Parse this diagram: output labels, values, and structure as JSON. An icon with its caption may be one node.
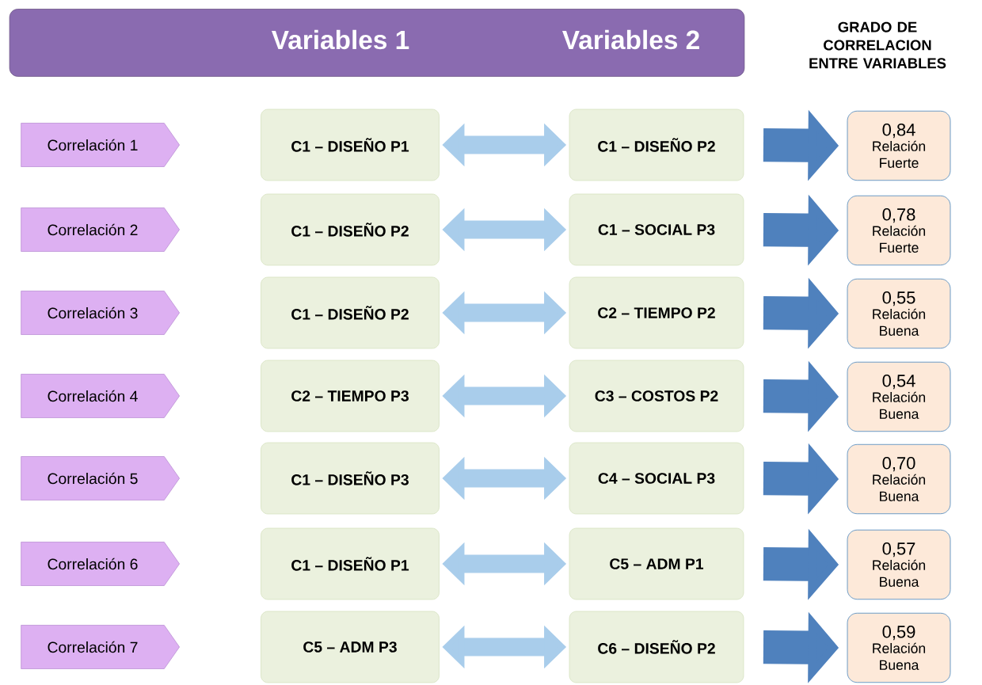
{
  "diagram": {
    "nodes": [
      {
        "text": [
          "Variables 1",
          "Variables 2"
        ]
      },
      {
        "text": [
          "Correlación 1"
        ]
      },
      {
        "text": [
          "C1 – DISEÑO P1"
        ]
      },
      {
        "text": [
          "C1 – DISEÑO P2"
        ]
      },
      {
        "text": [
          "0,84",
          "Relación Fuerte"
        ]
      },
      {
        "text": [
          "Correlación 2"
        ]
      },
      {
        "text": [
          "C1 – DISEÑO P2"
        ]
      },
      {
        "text": [
          "C1 – SOCIAL P3"
        ]
      },
      {
        "text": [
          "0,78",
          "Relación Fuerte"
        ]
      },
      {
        "text": [
          "Correlación 3"
        ]
      },
      {
        "text": [
          "C1 – DISEÑO P2"
        ]
      },
      {
        "text": [
          "C2 – TIEMPO P2"
        ]
      },
      {
        "text": [
          "0,55",
          "Relación Buena"
        ]
      },
      {
        "text": [
          "Correlación 4"
        ]
      },
      {
        "text": [
          "C2 – TIEMPO P3"
        ]
      },
      {
        "text": [
          "C3 – COSTOS P2"
        ]
      },
      {
        "text": [
          "0,54",
          "Relación Buena"
        ]
      },
      {
        "text": [
          "Correlación 5"
        ]
      },
      {
        "text": [
          "C1 – DISEÑO P3"
        ]
      },
      {
        "text": [
          "C4 – SOCIAL P3"
        ]
      },
      {
        "text": [
          "0,70",
          "Relación Buena"
        ]
      },
      {
        "text": [
          "Correlación 6"
        ]
      },
      {
        "text": [
          "C1 – DISEÑO P1"
        ]
      },
      {
        "text": [
          "C5 – ADM P1"
        ]
      },
      {
        "text": [
          "0,57",
          "Relación Buena"
        ]
      },
      {
        "text": [
          "Correlación 7"
        ]
      },
      {
        "text": [
          "C5 – ADM P3"
        ]
      },
      {
        "text": [
          "C6 – DISEÑO P2"
        ]
      },
      {
        "text": [
          "0,59",
          "Relación Buena"
        ]
      }
    ],
    "edges": [
      {
        "from": 2,
        "to": 3,
        "arrow": "both"
      },
      {
        "from": 3,
        "to": 4,
        "arrow": "to",
        "style": "thick"
      },
      {
        "from": 6,
        "to": 7,
        "arrow": "both"
      },
      {
        "from": 7,
        "to": 8,
        "arrow": "to",
        "style": "thick"
      },
      {
        "from": 10,
        "to": 11,
        "arrow": "both"
      },
      {
        "from": 11,
        "to": 12,
        "arrow": "to",
        "style": "thick"
      },
      {
        "from": 14,
        "to": 15,
        "arrow": "both"
      },
      {
        "from": 15,
        "to": 16,
        "arrow": "to",
        "style": "thick"
      },
      {
        "from": 18,
        "to": 19,
        "arrow": "both"
      },
      {
        "from": 19,
        "to": 20,
        "arrow": "to",
        "style": "thick"
      },
      {
        "from": 22,
        "to": 23,
        "arrow": "both"
      },
      {
        "from": 23,
        "to": 24,
        "arrow": "to",
        "style": "thick"
      },
      {
        "from": 26,
        "to": 27,
        "arrow": "both"
      },
      {
        "from": 27,
        "to": 28,
        "arrow": "to",
        "style": "thick"
      }
    ],
    "labels": [
      "GRADO DE CORRELACION ENTRE VARIABLES"
    ]
  }
}
